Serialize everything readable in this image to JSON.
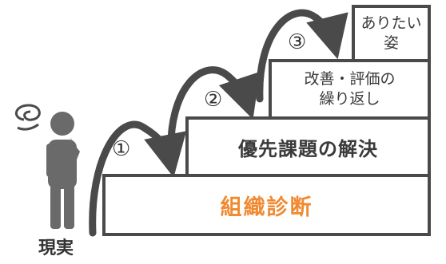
{
  "diagram": {
    "steps": [
      {
        "text": "組織診断",
        "color": "#f0892f"
      },
      {
        "text": "優先課題の解決",
        "color": "#3a3a3a"
      },
      {
        "text": "改善・評価の\n繰り返し",
        "color": "#3a3a3a"
      },
      {
        "text": "ありたい\n姿",
        "color": "#3a3a3a"
      }
    ],
    "step_numbers": [
      "①",
      "②",
      "③"
    ],
    "person_label": "現実",
    "colors": {
      "stair_border": "#4a4a4a",
      "arrow": "#4a4a4a",
      "person": "#6a6a6a",
      "accent": "#f0892f"
    }
  }
}
